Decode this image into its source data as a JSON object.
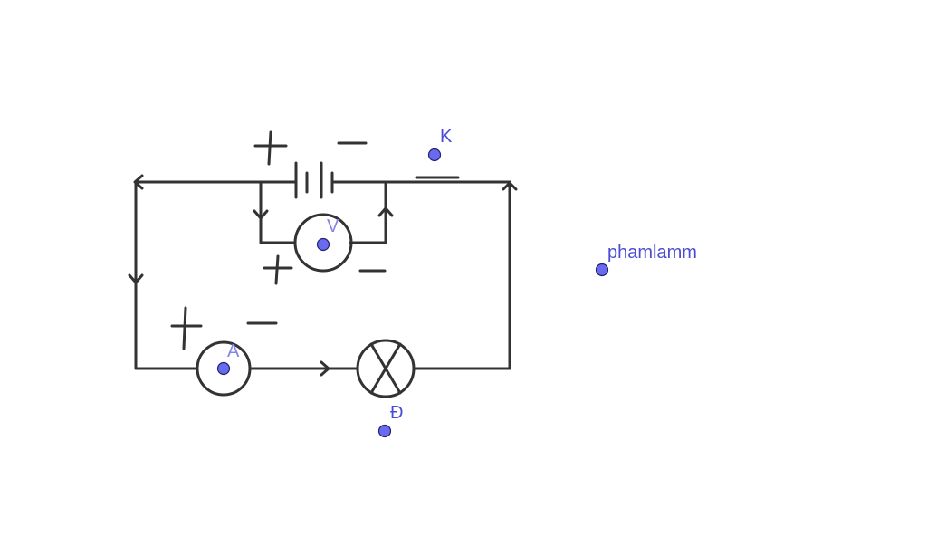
{
  "labels": {
    "switch": "K",
    "voltmeter": "V",
    "ammeter": "A",
    "lamp": "Đ",
    "author": "phamlamm"
  },
  "colors": {
    "wire": "#333333",
    "point_fill": "#6a6af0",
    "label": "#4b4bd6"
  }
}
